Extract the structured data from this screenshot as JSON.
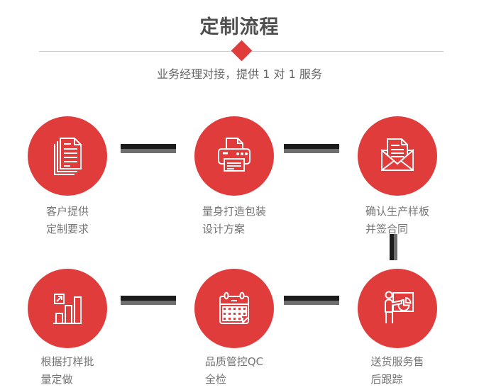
{
  "header": {
    "title": "定制流程",
    "subtitle": "业务经理对接，提供 1 对 1 服务"
  },
  "colors": {
    "accent_red": "#e13c3c",
    "connector_dark": "#1c1c1c",
    "connector_gray": "#6e6e6e",
    "title_text": "#4f4f4f",
    "label_text": "#757575",
    "divider_line": "#cccccc"
  },
  "steps": [
    {
      "icon": "documents-icon",
      "line1": "客户提供",
      "line2": "定制要求"
    },
    {
      "icon": "printer-icon",
      "line1": "量身打造包装",
      "line2": "设计方案"
    },
    {
      "icon": "envelope-icon",
      "line1": "确认生产样板",
      "line2": "并签合同"
    },
    {
      "icon": "bar-chart-icon",
      "line1": "根据打样批",
      "line2": "量定做"
    },
    {
      "icon": "calendar-icon",
      "line1": "品质管控QC",
      "line2": "全检"
    },
    {
      "icon": "presentation-icon",
      "line1": "送货服务售",
      "line2": "后跟踪"
    }
  ]
}
